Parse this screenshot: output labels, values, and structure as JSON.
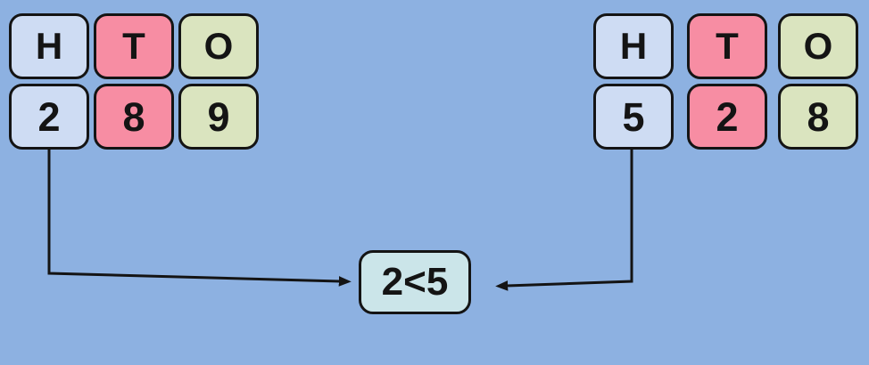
{
  "left_number": {
    "labels": [
      "H",
      "T",
      "O"
    ],
    "digits": [
      "2",
      "8",
      "9"
    ]
  },
  "right_number": {
    "labels": [
      "H",
      "T",
      "O"
    ],
    "digits": [
      "5",
      "2",
      "8"
    ]
  },
  "comparison": {
    "text": "2<5"
  },
  "colors": {
    "background": "#8db1e1",
    "hundreds_fill": "#cedcf3",
    "tens_fill": "#f78da3",
    "ones_fill": "#dae4bf",
    "comparison_fill": "#cbe5e9",
    "line": "#141414",
    "text": "#141414"
  }
}
